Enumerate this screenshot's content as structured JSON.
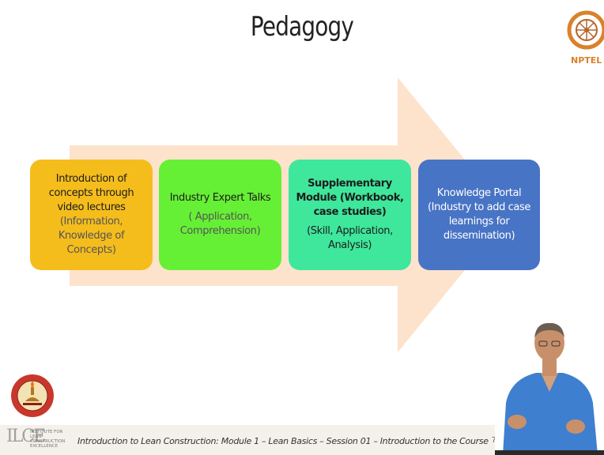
{
  "slide": {
    "title": "Pedagogy",
    "logo_text": "NPTEL",
    "colors": {
      "arrow": "#fde3cc",
      "box1": "#f5bd1c",
      "box2": "#66f035",
      "box3": "#3ee79c",
      "box4": "#4874c5"
    },
    "boxes": [
      {
        "main": "Introduction of concepts through video lectures",
        "sub": "(Information, Knowledge of Concepts)"
      },
      {
        "main": "Industry Expert Talks",
        "sub": "( Application, Comprehension)"
      },
      {
        "main": "Supplementary Module (Workbook, case studies)",
        "sub": "(Skill, Application, Analysis)"
      },
      {
        "main": "Knowledge Portal (Industry to add case learnings for dissemination)",
        "sub": ""
      }
    ],
    "footer": {
      "org_abbr": "ILCE",
      "org_name": "INSTITUTE FOR LEAN CONSTRUCTION EXCELLENCE",
      "text": "Introduction to Lean Construction: Module 1 – Lean Basics – Session 01 – Introduction to the Course",
      "page": "7"
    }
  }
}
